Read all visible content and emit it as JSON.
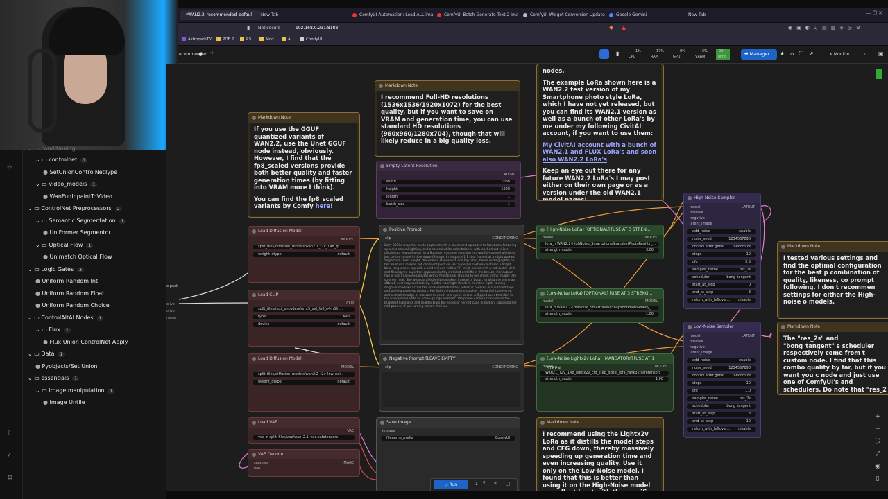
{
  "browser": {
    "tabs": [
      {
        "label": "*WAN2.2_recommended_defaul",
        "active": true
      },
      {
        "label": "New Tab"
      },
      {
        "label": "ComfyUI Automation: Load ALL ima"
      },
      {
        "label": "ComfyUI Batch Generate Text 2 Ima"
      },
      {
        "label": "ComfyUI Widget Conversion Update"
      },
      {
        "label": "Google Gemini"
      },
      {
        "label": "New Tab"
      }
    ],
    "security": "Not secure",
    "url": "192.168.0.231:8188",
    "bookmarks": [
      "AstropathTV",
      "POE 2",
      "RS",
      "Mod",
      "AI",
      "ComfyUI"
    ]
  },
  "comfy_bar": {
    "tab_label": "ecommended...",
    "manager_label": "Manager",
    "monitor_label": "Monitor",
    "stats": [
      {
        "label": "CPU",
        "value": "1%"
      },
      {
        "label": "RAM",
        "value": "17%"
      },
      {
        "label": "GPU",
        "value": "0%"
      },
      {
        "label": "VRAM",
        "value": "6%"
      },
      {
        "label": "Temp",
        "value": "29°"
      }
    ]
  },
  "sidebar": {
    "items": [
      {
        "label": "controlnet",
        "count": "1",
        "depth": 1,
        "type": "folder"
      },
      {
        "label": "SetUnionControlNetType",
        "depth": 2,
        "type": "leaf"
      },
      {
        "label": "video_models",
        "count": "1",
        "depth": 1,
        "type": "folder"
      },
      {
        "label": "WanFunInpaintToVideo",
        "depth": 2,
        "type": "leaf"
      },
      {
        "label": "ControlNet Preprocessors",
        "count": "2",
        "depth": 0,
        "type": "folder"
      },
      {
        "label": "Semantic Segmentation",
        "count": "1",
        "depth": 1,
        "type": "folder"
      },
      {
        "label": "UniFormer Segmentor",
        "depth": 2,
        "type": "leaf"
      },
      {
        "label": "Optical Flow",
        "count": "1",
        "depth": 1,
        "type": "folder"
      },
      {
        "label": "Unimatch Optical Flow",
        "depth": 2,
        "type": "leaf"
      },
      {
        "label": "Logic Gates",
        "count": "3",
        "depth": 0,
        "type": "folder"
      },
      {
        "label": "Uniform Random Int",
        "depth": 1,
        "type": "leaf"
      },
      {
        "label": "Uniform Random Float",
        "depth": 1,
        "type": "leaf"
      },
      {
        "label": "Uniform Random Choice",
        "depth": 1,
        "type": "leaf"
      },
      {
        "label": "ControlAltAI Nodes",
        "count": "1",
        "depth": 0,
        "type": "folder"
      },
      {
        "label": "Flux",
        "count": "1",
        "depth": 1,
        "type": "folder"
      },
      {
        "label": "Flux Union ControlNet Apply",
        "depth": 2,
        "type": "leaf"
      },
      {
        "label": "Data",
        "count": "1",
        "depth": 0,
        "type": "folder"
      },
      {
        "label": "Pyobjects/Set Union",
        "depth": 1,
        "type": "leaf"
      },
      {
        "label": "essentials",
        "count": "1",
        "depth": 0,
        "type": "folder"
      },
      {
        "label": "image manipulation",
        "count": "1",
        "depth": 1,
        "type": "folder"
      },
      {
        "label": "Image Untile",
        "depth": 2,
        "type": "leaf"
      }
    ]
  },
  "nodes": {
    "md1": {
      "title": "Markdown Note",
      "text_a": "If you use the GGUF quantized variants of WAN2.2, use the Unet GGUF node instead, obviously. However, I find that the fp8_scaled versions provide both better quality and faster generation times (by fitting into VRAM more I think).",
      "text_b": "You can find the fp8_scaled variants by Comfy",
      "link": "here",
      "text_c": "!"
    },
    "md2": {
      "title": "Markdown Note",
      "text": "I recommend Full-HD resolutions (1536x1536/1920x1072) for the best quality, but if you want to save on VRAM and generation time, you can use standard HD resolutions (960x960/1280x704), though that will likely reduce in a big quality loss."
    },
    "md3": {
      "text_top": "nodes.",
      "text_a": "The example LoRa shown here is a WAN2.2 test version of my Smartphone photo style LoRa, which I have not yet released, but you can find its WAN2.1 version as well as a bunch of other LoRa's by me under my following CivitAI account, if you want to use them:",
      "link": "My CivitAI account with a bunch of WAN2.1 and FLUX LoRa's and soon also WAN2.2 LoRa's",
      "text_b": "Keep an eye out there for any future WAN2.2 LoRa's I may post either on their own page or as a version under the old WAN2.1 model pages!"
    },
    "md4": {
      "title": "Markdown Note",
      "text": "I tested various settings and find the optimal configuration for the best p combination of quality, likeness, co prompt following. I don't recommen settings for either the High-noise o models."
    },
    "md5": {
      "title": "Markdown Note",
      "text": "The \"res_2s\" and \"bong_tangent\" s scheduler respectively come from t custom node. I find that this combo quality by far, but if you want you c node and just use one of ComfyUI's and schedulers. Do note that \"res_2 doubles the generation time, but it"
    },
    "md6": {
      "title": "Markdown Note",
      "text": "I recommend using the Lightx2v LoRa as it distills the model steps and CFG down, thereby massively speeding up generation time and even increasing quality. Use it only on the Low-Noise model. I found that this is better than using it on the High-Noise model as well, at least with the specific sampler"
    },
    "latent": {
      "title": "Empty Latent Resolution",
      "out": "LATENT",
      "widgets": [
        [
          "width",
          "1088"
        ],
        [
          "height",
          "1920"
        ],
        [
          "length",
          "1"
        ],
        [
          "batch_size",
          "1"
        ]
      ]
    },
    "diff1": {
      "title": "Load Diffusion Model",
      "out": "MODEL",
      "widgets": [
        [
          "split_files/diffusion_models/wan2.1_t2v_14B_fp...",
          ""
        ],
        [
          "weight_dtype",
          "default"
        ]
      ]
    },
    "clip": {
      "title": "Load CLIP",
      "out": "CLIP",
      "widgets": [
        [
          "split_files/text_encoders/umt5_xxl_fp8_e4m3fn...",
          ""
        ],
        [
          "type",
          "wan"
        ],
        [
          "device",
          "default"
        ]
      ]
    },
    "diff2": {
      "title": "Load Diffusion Model",
      "out": "MODEL",
      "widgets": [
        [
          "split_files/diffusion_models/wan2.2_t2v_low_noi...",
          ""
        ],
        [
          "weight_dtype",
          "default"
        ]
      ]
    },
    "vae": {
      "title": "Load VAE",
      "out": "VAE",
      "widgets": [
        [
          "vae_n split_files/vae/wan_2.1_vae.safetensors",
          ""
        ]
      ]
    },
    "vaedec": {
      "title": "VAE Decode",
      "in": [
        "samples",
        "vae"
      ],
      "out": "IMAGE"
    },
    "pos": {
      "title": "Positive Prompt",
      "in": "clip",
      "out": "CONDITIONING",
      "text": "Early 2010s snapshot photo captured with a phone and uploaded to Facebook, featuring dynamic natural lighting, and a neutral white color balance with washed out colors, picturing a young woman in a Supergirl costume standing in a graffiti-covered alleyway just before sunset in downtown Chicago. In a square 1:1 shot framed at a slight upward angle from chest height, the woman stands with one hip tilted, hands resting lightly on her waist in a relaxed but confident posture. Her Supergirl costume features a bright blue, long-sleeve top with a bold red and yellow \"S\" crest, paired with a red skater skirt and flowing red cape that appears slightly wrinkled and lifts in the breeze. Her auburn hair is tied in a loose ponytail with a few strands sticking to her cheek in the muggy late summer heat. She wears scuffed white sneakers instead of boots, lending the scene an offbeat, everyday authenticity. Golden-hour light floods in from the right, casting diagonal shadows across the brick wall behind her, which is covered in sun-faded tags and peeling paste-up posters. Her lightly freckled skin catches the sunlight unevenly, and a small smudge of mascara beneath one eye is visible. A flipped-over trash bin in the background adds an urban-grunge element. The phone camera compresses the brightest highlights and slightly blurs the edges of her red cape in motion, capturing her mid-pose as if just turning toward the lens."
    },
    "neg": {
      "title": "Negative Prompt [LEAVE EMPTY]",
      "in": "clip",
      "out": "CONDITIONING"
    },
    "save": {
      "title": "Save Image",
      "in": "images",
      "widgets": [
        [
          "filename_prefix",
          "ComfyUI"
        ]
      ]
    },
    "lora1": {
      "title": "(High-Noise LoRa) [OPTIONAL] [USE AT 3 STREN...",
      "in": "model",
      "out": "MODEL",
      "widgets": [
        [
          "lora_n WAN2.2-HighNoise_SmartphoneSnapshotPhotoReality_...",
          ""
        ],
        [
          "strength_model",
          "3.00"
        ]
      ]
    },
    "lora2": {
      "title": "(Low-Noise LoRa) [OPTIONAL] [USE AT 3 STRENG...",
      "in": "model",
      "out": "MODEL",
      "widgets": [
        [
          "lora_n WAN2.2-LowNoise_SmartphoneSnapshotPhotoReality_...",
          ""
        ],
        [
          "strength_model",
          "1.00"
        ]
      ]
    },
    "lora3": {
      "title": "(Low-Noise Lightx2v LoRa) [MANDATORY] [USE AT 1 STREN...",
      "in": "model",
      "out": "MODEL",
      "widgets": [
        [
          "Wan21_T2V_14B_lightx2v_cfg_step_distill_lora_rank32.safetensors",
          ""
        ],
        [
          "strength_model",
          "1.00"
        ]
      ]
    },
    "high": {
      "title": "High-Noise Sampler",
      "in": [
        "model",
        "positive",
        "negative",
        "latent_image"
      ],
      "out": "LATENT",
      "widgets": [
        [
          "add_noise",
          "enable"
        ],
        [
          "noise_seed",
          "1234567890"
        ],
        [
          "control after gene...",
          "randomize"
        ],
        [
          "steps",
          "10"
        ],
        [
          "cfg",
          "3.5"
        ],
        [
          "sampler_name",
          "res_2s"
        ],
        [
          "scheduler",
          "bong_tangent"
        ],
        [
          "start_at_step",
          "0"
        ],
        [
          "end_at_step",
          "3"
        ],
        [
          "return_with_leftover...",
          "disable"
        ]
      ]
    },
    "low": {
      "title": "Low-Noise Sampler",
      "in": [
        "model",
        "positive",
        "negative",
        "latent_image"
      ],
      "out": "LATENT",
      "widgets": [
        [
          "add_noise",
          "enable"
        ],
        [
          "noise_seed",
          "1234567890"
        ],
        [
          "control after gene...",
          "randomize"
        ],
        [
          "steps",
          "10"
        ],
        [
          "cfg",
          "1.0"
        ],
        [
          "sampler_name",
          "res_2s"
        ],
        [
          "scheduler",
          "bong_tangent"
        ],
        [
          "start_at_step",
          "3"
        ],
        [
          "end_at_step",
          "10"
        ],
        [
          "return_with_leftover...",
          "disable"
        ]
      ]
    }
  },
  "run": {
    "label": "Run",
    "count": "1"
  },
  "edge_labels": {
    "pack": "e-pack",
    "a": "olive",
    "b": "olive",
    "c": "name"
  }
}
